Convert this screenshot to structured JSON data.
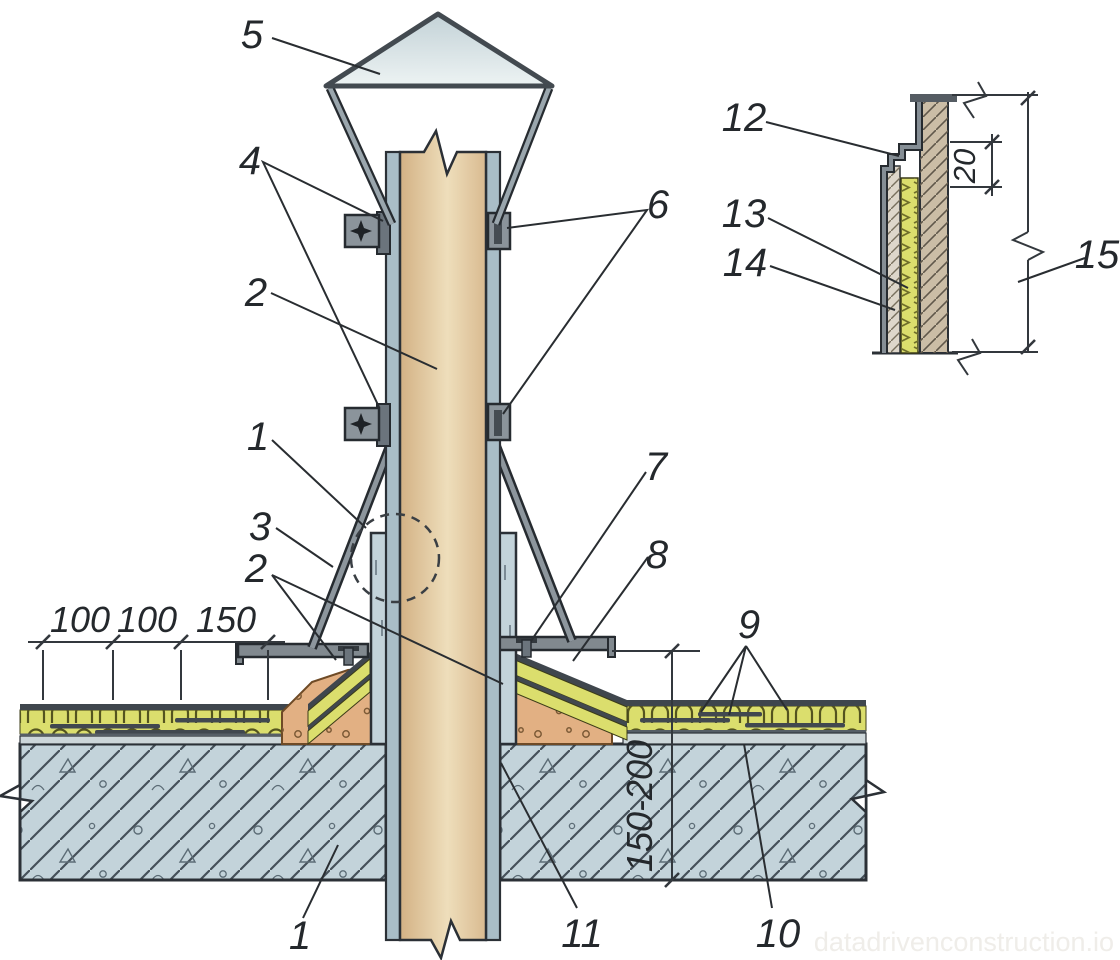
{
  "diagram": {
    "watermark": "datadrivenconstruction.io",
    "labels": {
      "slab": "1",
      "junction_detail": "1",
      "pipe": "2",
      "membrane_upturn": "2",
      "apron": "3",
      "clamp": "4",
      "cap": "5",
      "counter_flashing": "6",
      "fastener": "7",
      "slope_layers": "8",
      "roof_layers": "9",
      "screed": "10",
      "sleeve_gap": "11",
      "detail_flashing": "12",
      "detail_insulation": "13",
      "detail_protection": "14",
      "detail_extent": "15"
    },
    "dimensions": {
      "seg1": "100",
      "seg2": "100",
      "seg3": "150",
      "slab_thickness": "150-200",
      "detail_gap": "20"
    },
    "colors": {
      "line": "#2b3036",
      "concrete": "#c3d3da",
      "insulation_yellow": "#dbde6d",
      "mortar_tan": "#e2b083",
      "pipe_tan": "#e3c79f",
      "sleeve_gray_blue": "#a9bdc7",
      "metal_gray": "#828c93",
      "cap_light": "#d7e1e4",
      "screed_gray": "#ccd6d9",
      "detail_column": "#cbbda6",
      "detail_protection_band": "#ddd6ca"
    }
  }
}
